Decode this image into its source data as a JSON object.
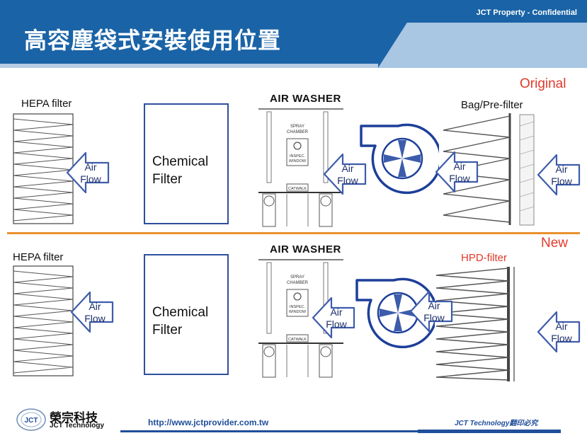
{
  "header": {
    "title": "高容塵袋式安裝使用位置",
    "confidential": "JCT Property - Confidential"
  },
  "labels": {
    "original": "Original",
    "new": "New"
  },
  "top_row": {
    "hepa_label": "HEPA filter",
    "chemical_line1": "Chemical",
    "chemical_line2": "Filter",
    "air_washer_title": "AIR WASHER",
    "pre_filter_label": "Bag/Pre-filter"
  },
  "bottom_row": {
    "hepa_label": "HEPA filter",
    "chemical_line1": "Chemical",
    "chemical_line2": "Filter",
    "air_washer_title": "AIR WASHER",
    "hpd_label": "HPD-filter"
  },
  "air_washer": {
    "spray_line1": "SPRAY",
    "spray_line2": "CHAMBER",
    "inspec_line1": "INSPEC.",
    "inspec_line2": "WINDOW",
    "catwalk": "CATWALK"
  },
  "arrow": {
    "line1": "Air",
    "line2": "Flow"
  },
  "footer": {
    "company_cn": "榮宗科技",
    "company_en": "JCT Technology",
    "logo_text": "JCT",
    "url": "http://www.jctprovider.com.tw",
    "copyright": "JCT Technology翻印必究"
  },
  "colors": {
    "header_blue": "#1a63a6",
    "header_light": "#a9c6e3",
    "accent_red": "#e03a2a",
    "divider_orange": "#e8912e",
    "arrow_blue": "#3d5cab",
    "fan_blue": "#1d3f9a"
  }
}
